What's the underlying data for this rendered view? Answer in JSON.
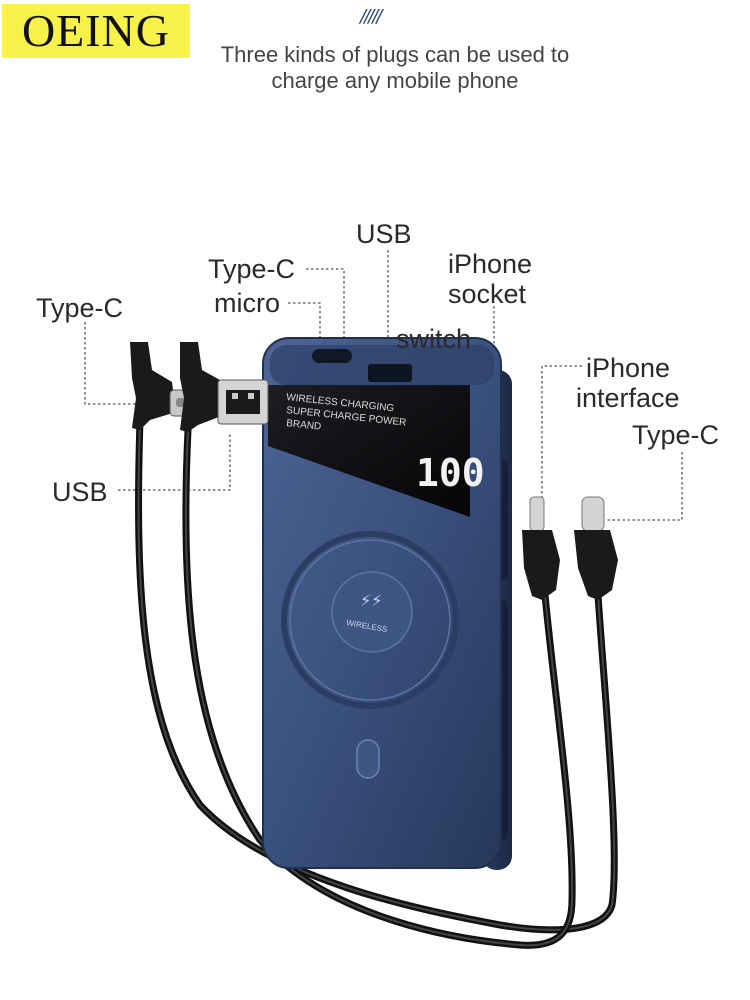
{
  "brand": {
    "logo_text": "OEING"
  },
  "header": {
    "tagline_line1": "Three kinds of plugs can be used to",
    "tagline_line2": "charge any mobile phone"
  },
  "device": {
    "screen_line1": "WIRELESS CHARGING",
    "screen_line2": "SUPER CHARGE POWER",
    "screen_line3": "BRAND",
    "display_value": "100",
    "pad_text": "WIRELESS",
    "color_body": "#34496e",
    "color_accent": "#4a6190"
  },
  "labels": {
    "type_c_left": "Type-C",
    "usb_left": "USB",
    "type_c_top": "Type-C",
    "micro": "micro",
    "usb_top": "USB",
    "iphone_socket_1": "iPhone",
    "iphone_socket_2": "socket",
    "switch": "switch",
    "iphone_interface_1": "iPhone",
    "iphone_interface_2": "interface",
    "type_c_right": "Type-C"
  }
}
